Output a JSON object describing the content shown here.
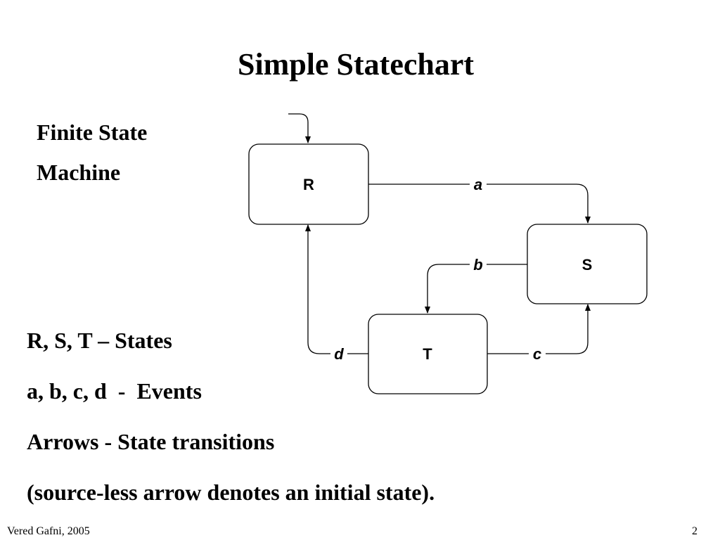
{
  "slide": {
    "title": "Simple Statechart",
    "subtitle_lines": [
      "Finite State",
      "Machine"
    ],
    "legend": [
      "R, S, T – States",
      "a, b, c, d  -  Events",
      "Arrows - State transitions",
      "(source-less arrow denotes an initial state)."
    ],
    "footer": {
      "author": "Vered Gafni, 2005",
      "page_number": "2"
    }
  },
  "diagram": {
    "states": [
      {
        "id": "R",
        "label": "R"
      },
      {
        "id": "S",
        "label": "S"
      },
      {
        "id": "T",
        "label": "T"
      }
    ],
    "initial_state": "R",
    "transitions": [
      {
        "event": "a",
        "from": "R",
        "to": "S"
      },
      {
        "event": "b",
        "from": "S",
        "to": "T"
      },
      {
        "event": "c",
        "from": "T",
        "to": "S"
      },
      {
        "event": "d",
        "from": "T",
        "to": "R"
      }
    ]
  }
}
